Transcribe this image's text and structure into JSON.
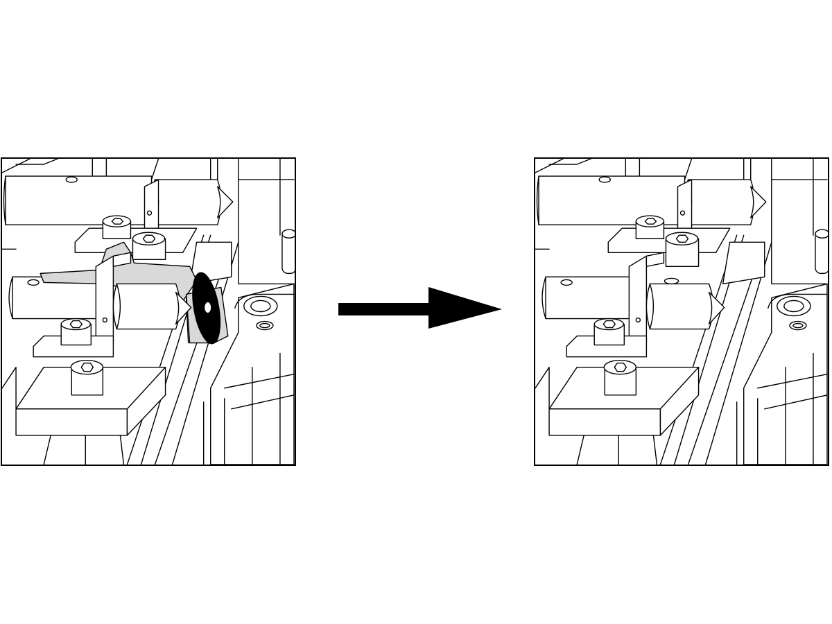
{
  "figure": {
    "panels": [
      {
        "id": "before",
        "state": "tape-and-washer-attached",
        "highlight_color": "#d9d9d9",
        "washer_color": "#000000"
      },
      {
        "id": "after",
        "state": "tape-and-washer-removed"
      }
    ],
    "arrow": {
      "direction": "right",
      "color": "#000000"
    }
  }
}
